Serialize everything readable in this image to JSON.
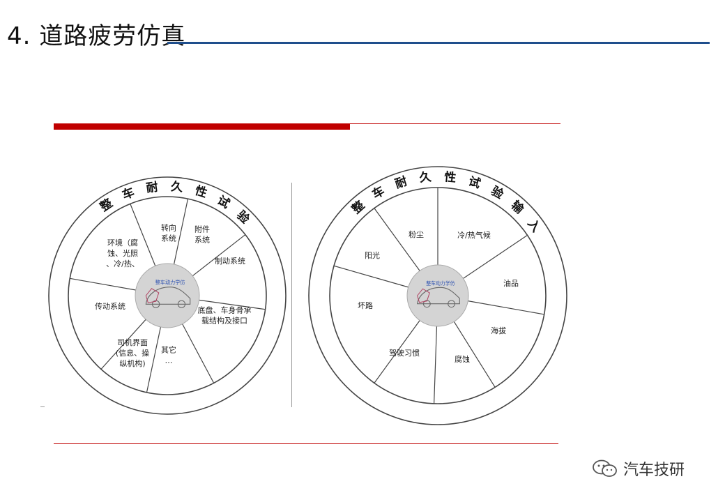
{
  "slide": {
    "title": "4. 道路疲劳仿真"
  },
  "left_wheel": {
    "ring_title": [
      "整",
      "车",
      "耐",
      "久",
      "性",
      "试",
      "验"
    ],
    "segments": [
      [
        "转向",
        "系统"
      ],
      [
        "附件",
        "系统"
      ],
      [
        "制动系统"
      ],
      [
        "底盘、车身骨承",
        "载结构及接口"
      ],
      [
        "其它",
        "…"
      ],
      [
        "司机界面",
        "(信息、操",
        "纵机构)"
      ],
      [
        "传动系统"
      ],
      [
        "环境（腐",
        "蚀、光照",
        "、冷/热、"
      ]
    ],
    "center_label": "整车动力学仿"
  },
  "right_wheel": {
    "ring_title": [
      "整",
      "车",
      "耐",
      "久",
      "性",
      "试",
      "验",
      "输",
      "入"
    ],
    "segments": [
      [
        "粉尘"
      ],
      [
        "冷/热气候"
      ],
      [
        "油品"
      ],
      [
        "海拔"
      ],
      [
        "腐蚀"
      ],
      [
        "驾驶习惯"
      ],
      [
        "坏路"
      ],
      [
        "阳光"
      ]
    ],
    "center_label": "整车动力学仿"
  },
  "watermark": {
    "text": "汽车技研",
    "icon": "wechat-icon"
  },
  "colors": {
    "accent_red": "#c00000",
    "title_rule": "#1f4e8c"
  }
}
